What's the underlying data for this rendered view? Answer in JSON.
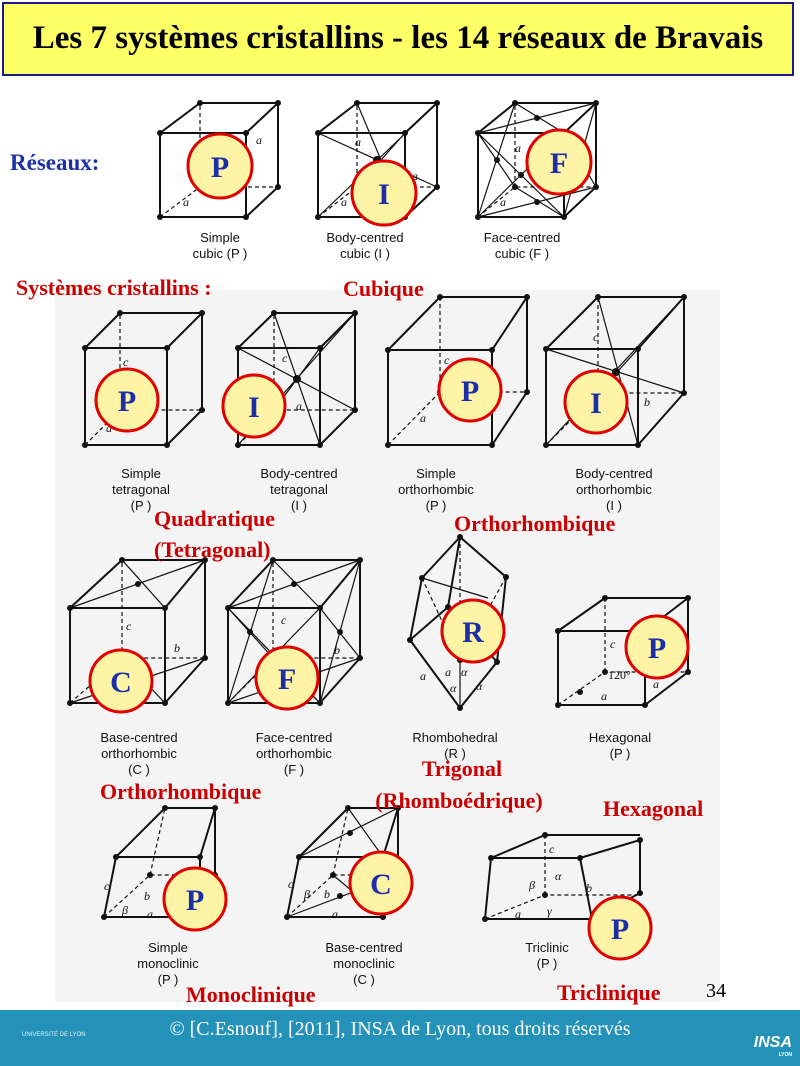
{
  "title": "Les 7 systèmes cristallins - les 14 réseaux de Bravais",
  "colors": {
    "title_bg": "#ffff66",
    "red_label": "#cc0000",
    "blue_label": "#1a2fa8",
    "badge_fill": "#fff3a6",
    "badge_ring": "#e00000",
    "footer_bg": "#2391b8"
  },
  "reseaux_label": "Réseaux:",
  "systemes_label": "Systèmes cristallins :",
  "systems": {
    "cubique": "Cubique",
    "quadratique": "Quadratique",
    "tetragonal": "(Tetragonal)",
    "orthorhombique_1": "Orthorhombique",
    "orthorhombique_2": "Orthorhombique",
    "trigonal": "Trigonal",
    "rhomboedrique": "(Rhomboédrique)",
    "hexagonal": "Hexagonal",
    "monoclinique": "Monoclinique",
    "triclinique": "Triclinique"
  },
  "lattices": [
    {
      "id": "simple-cubic",
      "line1": "Simple",
      "line2": "cubic (P )",
      "badge": "P"
    },
    {
      "id": "bcc",
      "line1": "Body-centred",
      "line2": "cubic (I )",
      "badge": "I"
    },
    {
      "id": "fcc",
      "line1": "Face-centred",
      "line2": "cubic (F )",
      "badge": "F"
    },
    {
      "id": "simple-tetragonal",
      "line1": "Simple",
      "line2": "tetragonal",
      "line3": "(P )",
      "badge": "P"
    },
    {
      "id": "bc-tetragonal",
      "line1": "Body-centred",
      "line2": "tetragonal",
      "line3": "(I )",
      "badge": "I"
    },
    {
      "id": "simple-ortho",
      "line1": "Simple",
      "line2": "orthorhombic",
      "line3": "(P )",
      "badge": "P"
    },
    {
      "id": "bc-ortho",
      "line1": "Body-centred",
      "line2": "orthorhombic",
      "line3": "(I )",
      "badge": "I"
    },
    {
      "id": "basec-ortho",
      "line1": "Base-centred",
      "line2": "orthorhombic",
      "line3": "(C )",
      "badge": "C"
    },
    {
      "id": "fc-ortho",
      "line1": "Face-centred",
      "line2": "orthorhombic",
      "line3": "(F )",
      "badge": "F"
    },
    {
      "id": "rhombohedral",
      "line1": "Rhombohedral",
      "line2": "(R )",
      "badge": "R"
    },
    {
      "id": "hexagonal",
      "line1": "Hexagonal",
      "line2": "(P )",
      "badge": "P"
    },
    {
      "id": "simple-mono",
      "line1": "Simple",
      "line2": "monoclinic",
      "line3": "(P )",
      "badge": "P"
    },
    {
      "id": "basec-mono",
      "line1": "Base-centred",
      "line2": "monoclinic",
      "line3": "(C )",
      "badge": "C"
    },
    {
      "id": "triclinic",
      "line1": "Triclinic",
      "line2": "(P )",
      "badge": "P"
    }
  ],
  "axis": {
    "a": "a",
    "b": "b",
    "c": "c",
    "alpha": "α",
    "beta": "β",
    "gamma": "γ",
    "angle120": "120°"
  },
  "page_number": "34",
  "footer": "© [C.Esnouf], [2011], INSA de Lyon, tous droits réservés",
  "logo_left": "UNIVERSITÉ DE LYON",
  "logo_right": "INSA",
  "logo_right_sub": "LYON"
}
